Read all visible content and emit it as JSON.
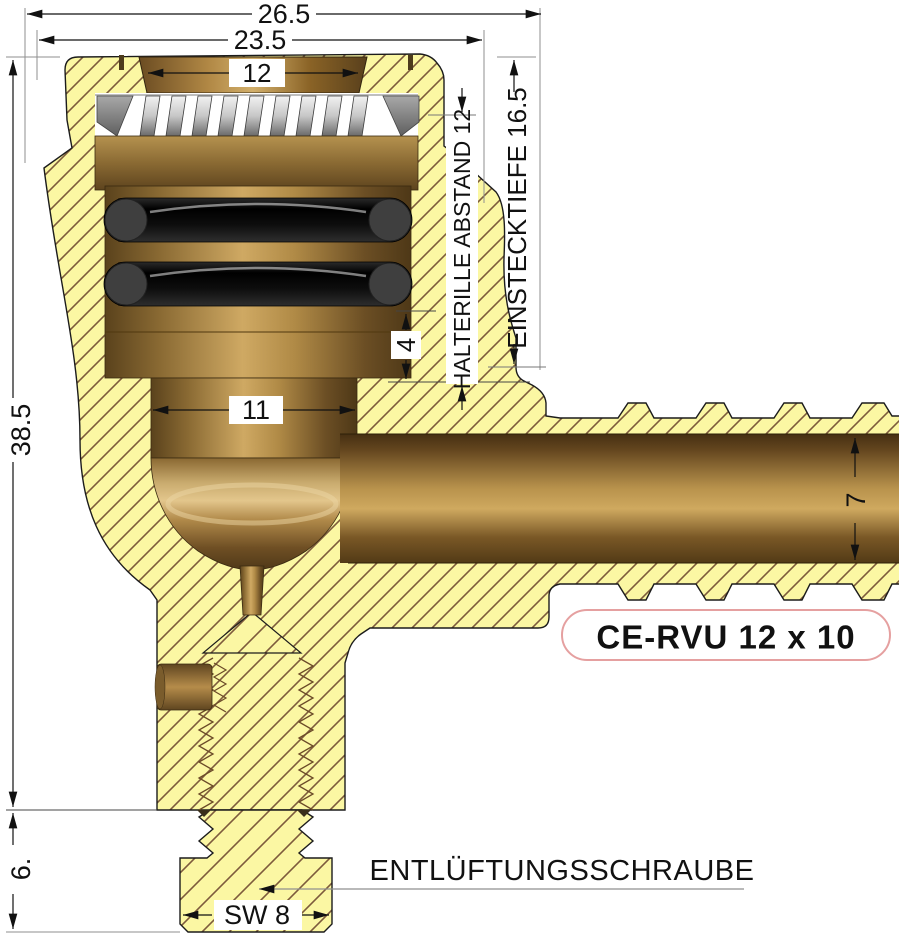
{
  "labels": {
    "part_code": "CE-RVU 12 x 10",
    "vent_screw_callout": "ENTLÜFTUNGSSCHRAUBE"
  },
  "dimensions": {
    "overall_width": "26.5",
    "cap_width": "23.5",
    "insert_bore": "12",
    "insertion_depth": "EINSTECKTIEFE 16.5",
    "retaining_groove_distance": "HALTERILLE ABSTAND 12",
    "groove_flange": "4",
    "total_height": "38.5",
    "plug_diameter": "11",
    "hose_bore": "7",
    "screw_protrusion": "6.",
    "wrench_size": "SW 8"
  },
  "colors": {
    "section_fill": "#FBF7A3",
    "hatch_line": "#7D5B3C",
    "brass_light": "#CFA963",
    "brass_dark": "#5A3F1D",
    "oring_black": "#0A0A0A",
    "steel_gray": "#C7C7C7",
    "label_red": "#C01818",
    "label_ring": "#E5A0A0",
    "outline": "#1C1C1C"
  }
}
